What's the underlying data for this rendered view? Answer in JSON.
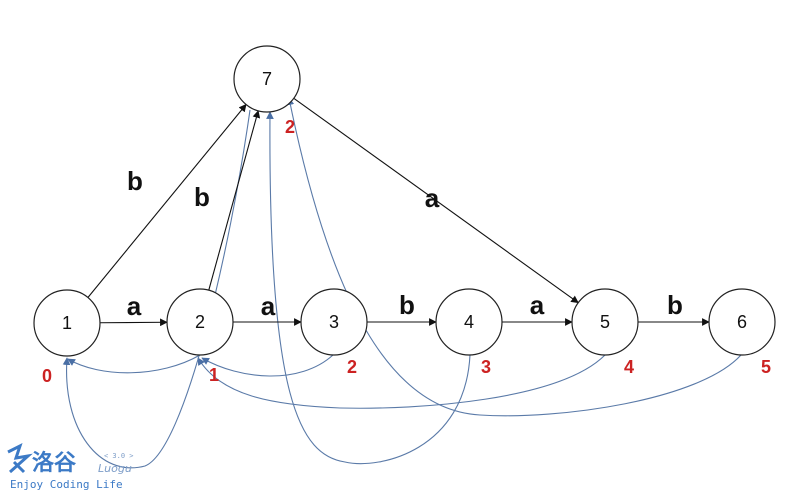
{
  "colors": {
    "node_stroke": "#222222",
    "edge": "#111111",
    "suffix_link": "#5a7aa8",
    "length_label": "#cc2222",
    "watermark": "#3c7ac6"
  },
  "nodes": [
    {
      "id": "1",
      "label": "1",
      "len": "0"
    },
    {
      "id": "2",
      "label": "2",
      "len": "1"
    },
    {
      "id": "3",
      "label": "3",
      "len": "2"
    },
    {
      "id": "4",
      "label": "4",
      "len": "3"
    },
    {
      "id": "5",
      "label": "5",
      "len": "4"
    },
    {
      "id": "6",
      "label": "6",
      "len": "5"
    },
    {
      "id": "7",
      "label": "7",
      "len": "2"
    }
  ],
  "edges": [
    {
      "from": "1",
      "to": "2",
      "label": "a"
    },
    {
      "from": "2",
      "to": "3",
      "label": "a"
    },
    {
      "from": "3",
      "to": "4",
      "label": "b"
    },
    {
      "from": "4",
      "to": "5",
      "label": "a"
    },
    {
      "from": "5",
      "to": "6",
      "label": "b"
    },
    {
      "from": "1",
      "to": "7",
      "label": "b"
    },
    {
      "from": "2",
      "to": "7",
      "label": "b"
    },
    {
      "from": "7",
      "to": "5",
      "label": "a"
    }
  ],
  "suffix_links": [
    {
      "from": "2",
      "to": "1"
    },
    {
      "from": "3",
      "to": "2"
    },
    {
      "from": "4",
      "to": "7"
    },
    {
      "from": "5",
      "to": "2"
    },
    {
      "from": "6",
      "to": "7"
    },
    {
      "from": "7",
      "to": "1"
    }
  ],
  "watermark": {
    "name": "洛谷",
    "version": "< 3.0 >",
    "romanized": "Luogu",
    "slogan": "Enjoy Coding Life"
  }
}
